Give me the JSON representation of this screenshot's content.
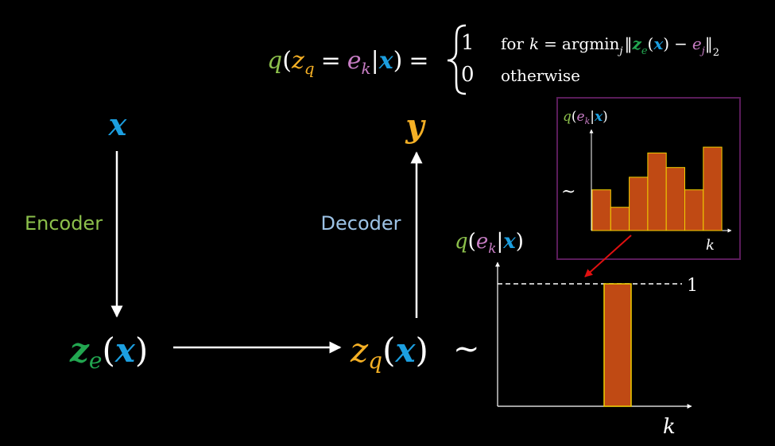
{
  "colors": {
    "background": "#000000",
    "white": "#ffffff",
    "x_blue": "#1c9fe0",
    "z_green": "#22a650",
    "zq_orange": "#f5b025",
    "e_pink": "#c77dc4",
    "q_green": "#8cc04b",
    "encoder_green": "#8cc04b",
    "decoder_blue": "#9dc3e6",
    "bar_fill": "#c04a14",
    "bar_edge": "#f0d000",
    "inset_border": "#5a1c5a",
    "arrow_red": "#e01010"
  },
  "formula": {
    "q": "q",
    "lparen": "(",
    "z": "z",
    "z_sub": "q",
    "equals_1": "=",
    "e": "e",
    "e_sub": "k",
    "bar": "|",
    "x": "x",
    "rparen": ")",
    "equals_2": "=",
    "case1_value": "1",
    "case1_for": "for",
    "case1_k": "k",
    "case1_eq": "=",
    "case1_argmin": "argmin",
    "case1_argmin_sub": "j",
    "case1_norm_open": "‖",
    "case1_z": "z",
    "case1_z_sub": "e",
    "case1_lp": "(",
    "case1_x": "x",
    "case1_rp": ")",
    "case1_minus": "−",
    "case1_e": "e",
    "case1_e_sub": "j",
    "case1_norm_close": "‖",
    "case1_norm_sub": "2",
    "case2_value": "0",
    "case2_text": "otherwise"
  },
  "diagram": {
    "x_label": "x",
    "y_label": "y",
    "encoder_label": "Encoder",
    "decoder_label": "Decoder",
    "ze_z": "z",
    "ze_sub": "e",
    "ze_lp": "(",
    "ze_x": "x",
    "ze_rp": ")",
    "zq_z": "z",
    "zq_sub": "q",
    "zq_lp": "(",
    "zq_x": "x",
    "zq_rp": ")",
    "tilde": "~"
  },
  "inset": {
    "ylabel_q": "q",
    "ylabel_lp": "(",
    "ylabel_e": "e",
    "ylabel_e_sub": "k",
    "ylabel_bar": "|",
    "ylabel_x": "x",
    "ylabel_rp": ")",
    "xlabel": "k",
    "tilde": "~"
  },
  "main_plot": {
    "ylabel_q": "q",
    "ylabel_lp": "(",
    "ylabel_e": "e",
    "ylabel_e_sub": "k",
    "ylabel_bar": "|",
    "ylabel_x": "x",
    "ylabel_rp": ")",
    "xlabel": "k",
    "one_label": "1"
  },
  "chart_data": [
    {
      "type": "bar",
      "title": "",
      "xlabel": "k",
      "ylabel": "q(e_k|x)",
      "values": [
        0.42,
        0.24,
        0.55,
        0.8,
        0.65,
        0.42,
        0.86
      ],
      "ylim": [
        0,
        1
      ],
      "grid": false
    },
    {
      "type": "bar",
      "title": "",
      "xlabel": "k",
      "ylabel": "q(e_k|x)",
      "values": [
        1
      ],
      "reference_line": 1,
      "ylim": [
        0,
        1.1
      ],
      "grid": false
    }
  ]
}
